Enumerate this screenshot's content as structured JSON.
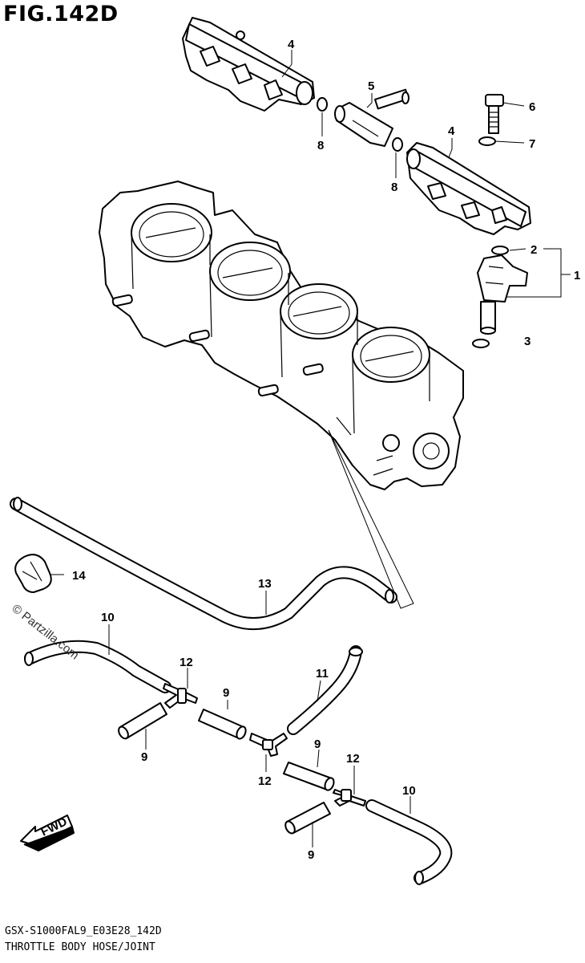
{
  "figure": {
    "title": "FIG.142D",
    "model_code": "GSX-S1000FAL9_E03E28_142D",
    "section_title": "THROTTLE BODY HOSE/JOINT",
    "watermark": "© Partzilla.com",
    "fwd_label": "FWD"
  },
  "callouts": {
    "c1": "1",
    "c2": "2",
    "c3": "3",
    "c4a": "4",
    "c4b": "4",
    "c5": "5",
    "c6": "6",
    "c7": "7",
    "c8a": "8",
    "c8b": "8",
    "c9a": "9",
    "c9b": "9",
    "c9c": "9",
    "c9d": "9",
    "c10a": "10",
    "c10b": "10",
    "c11": "11",
    "c12a": "12",
    "c12b": "12",
    "c12c": "12",
    "c13": "13",
    "c14": "14"
  }
}
